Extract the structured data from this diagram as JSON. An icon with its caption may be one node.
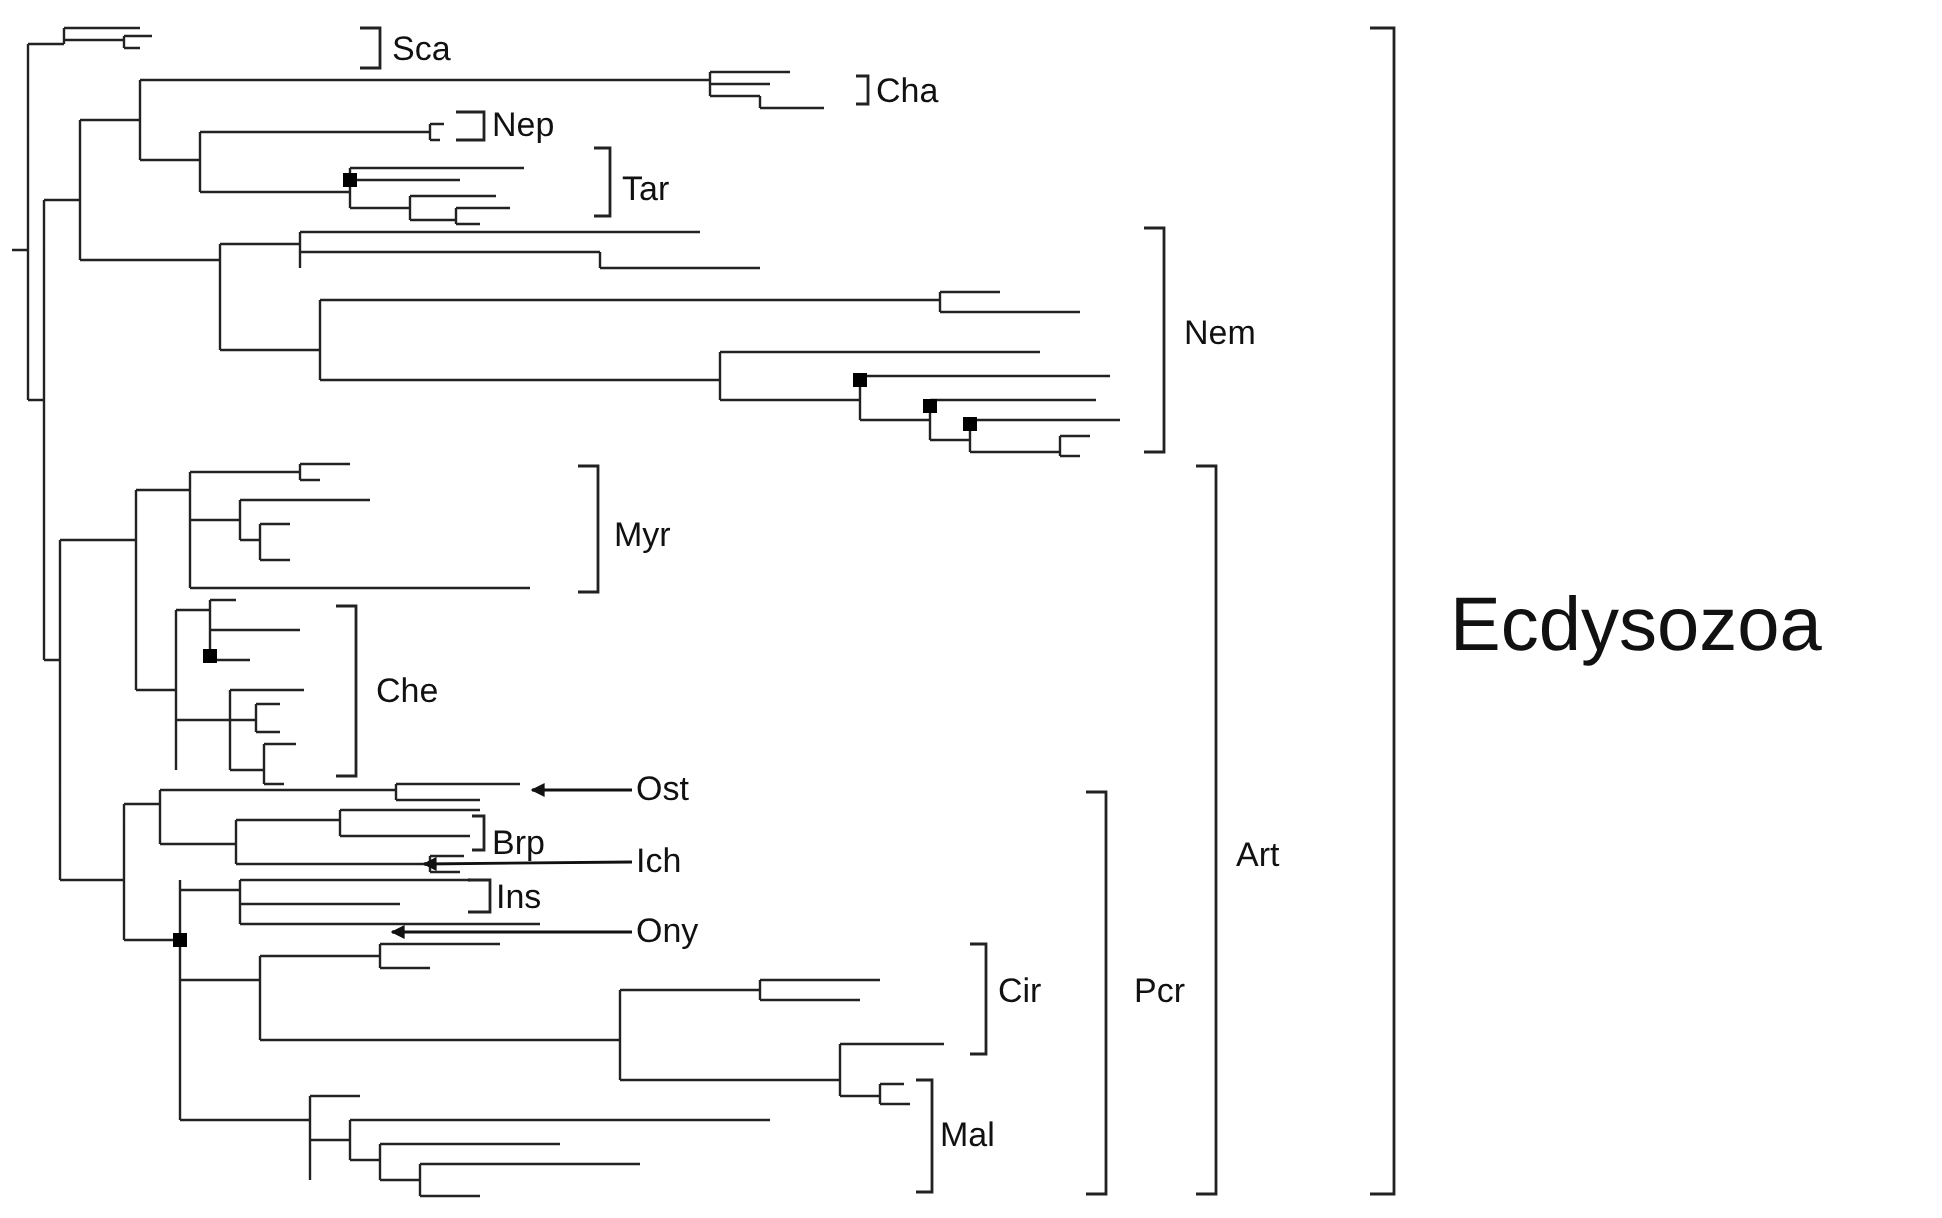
{
  "diagram": {
    "nodes": [
      {
        "text": [
          "Ost"
        ]
      },
      {
        "text": [
          "Ich"
        ]
      },
      {
        "text": [
          "Ony"
        ]
      }
    ],
    "edges": [
      {
        "from": 0,
        "to": null,
        "arrow": "to"
      },
      {
        "from": 1,
        "to": null,
        "arrow": "to"
      },
      {
        "from": 2,
        "to": null,
        "arrow": "to"
      }
    ],
    "labels": [
      "Sca",
      "Cha",
      "Nep",
      "Tar",
      "Nem",
      "Myr",
      "Ecdysozoa",
      "Che",
      "Brp",
      "Ins",
      "Art",
      "Cir",
      "Pcr",
      "Mal"
    ]
  }
}
